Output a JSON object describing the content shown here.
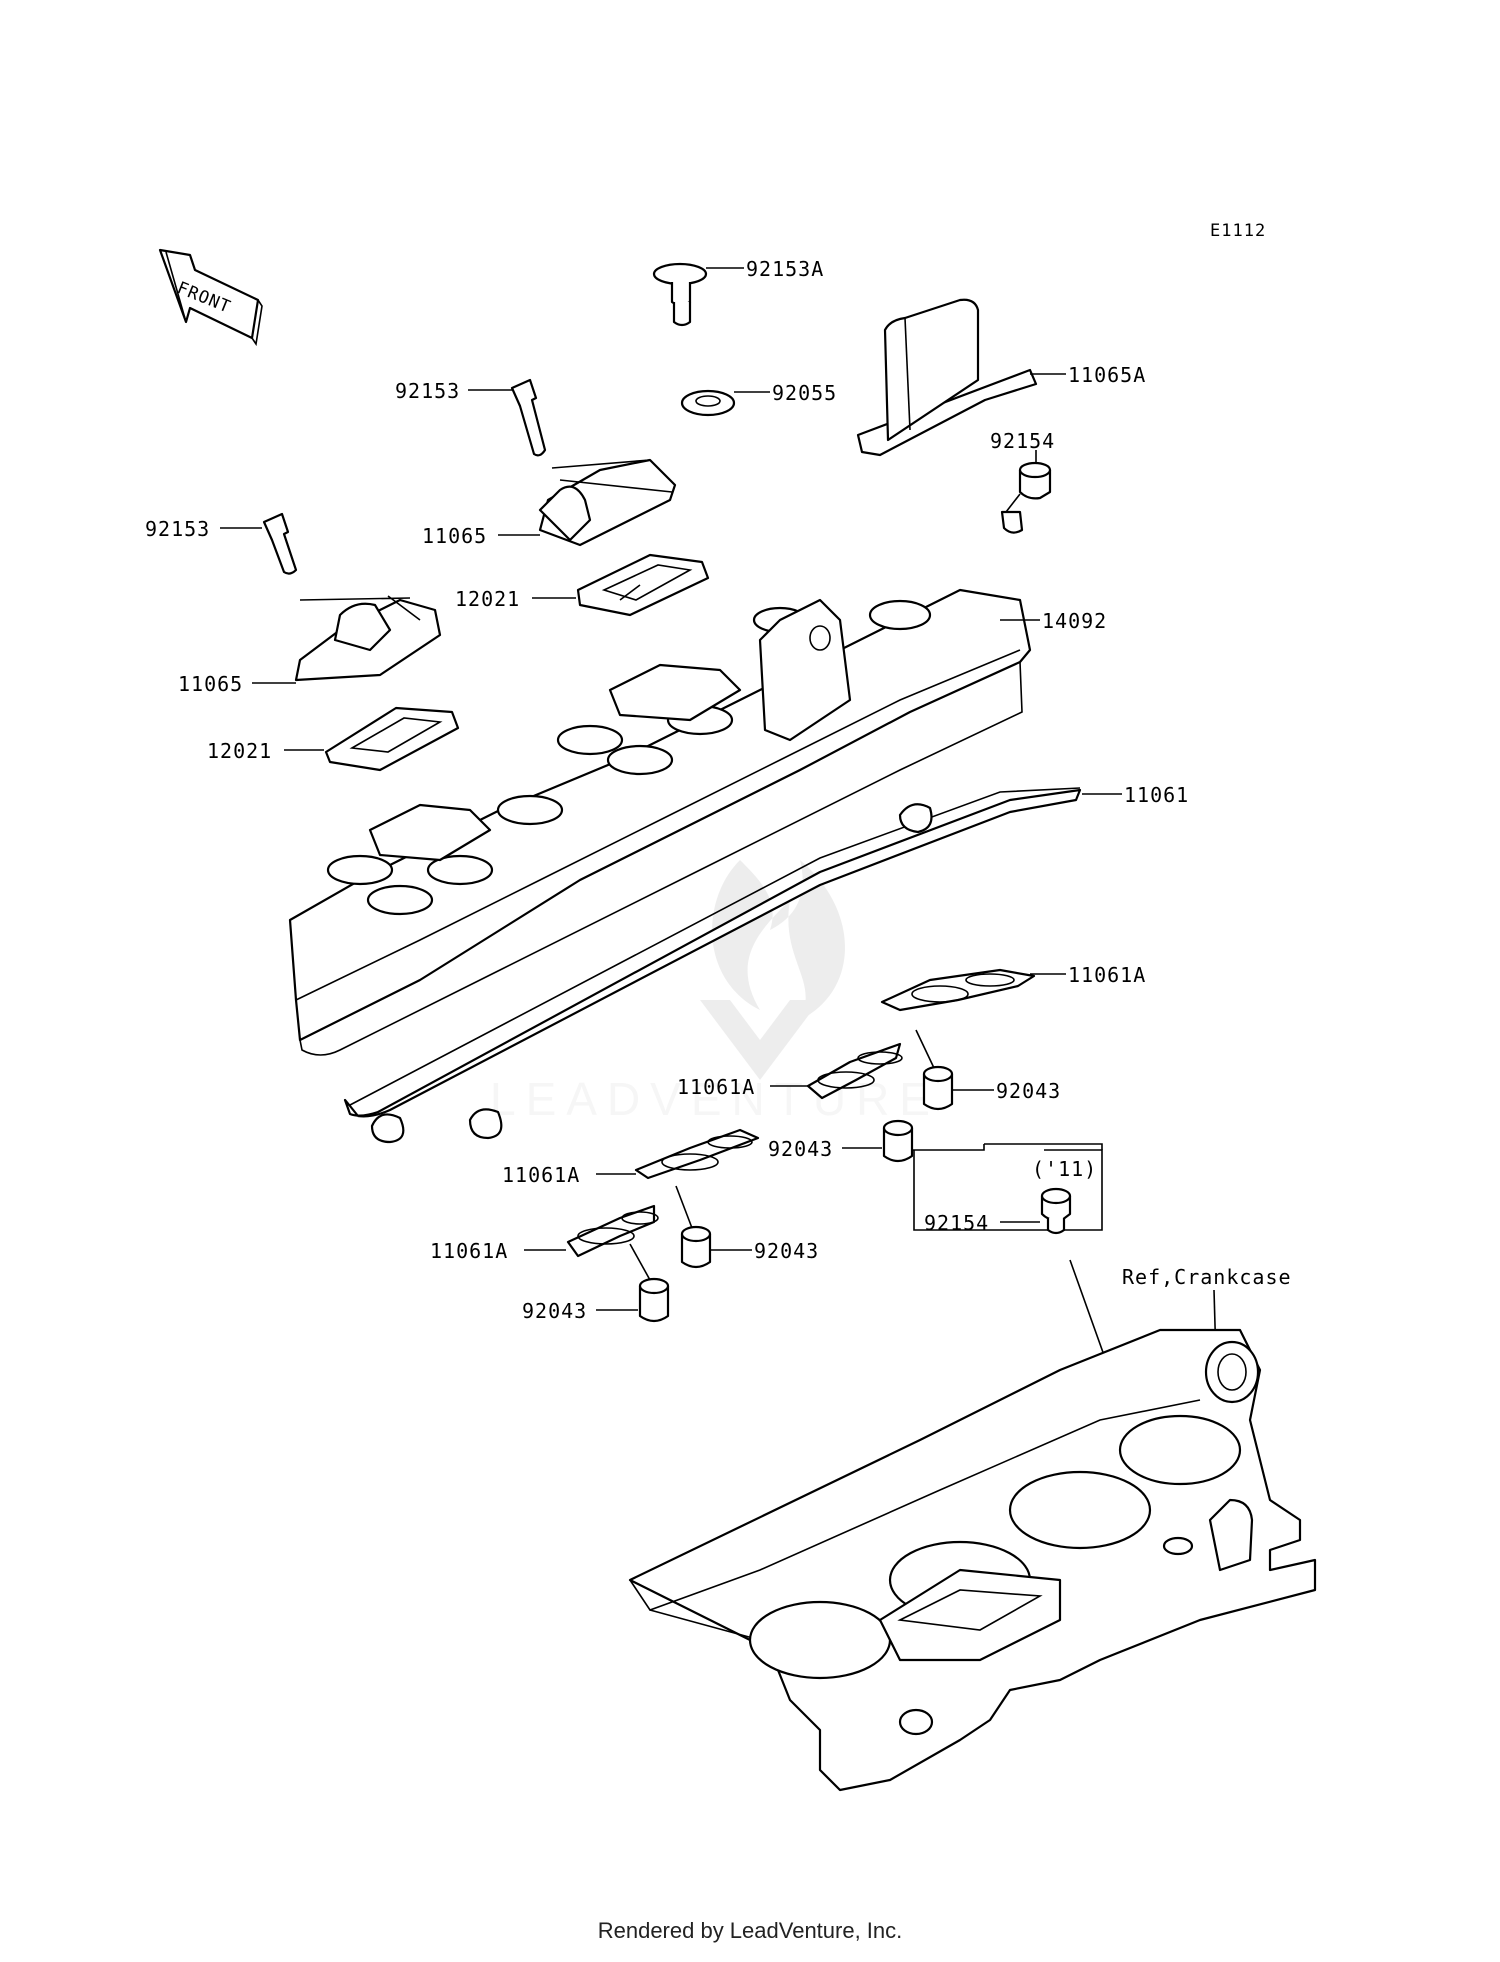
{
  "diagram_code": "E1112",
  "front_label": "FRONT",
  "footer": "Rendered by LeadVenture, Inc.",
  "watermark": "LEADVENTURE",
  "year_note": "('11)",
  "reference": "Ref,Crankcase",
  "labels": {
    "p92153A": "92153A",
    "p92055": "92055",
    "p11065A": "11065A",
    "p92154": "92154",
    "p92153_a": "92153",
    "p11065_a": "11065",
    "p12021_a": "12021",
    "p92153_b": "92153",
    "p14092": "14092",
    "p11065_b": "11065",
    "p12021_b": "12021",
    "p11061": "11061",
    "p11061A_a": "11061A",
    "p11061A_b": "11061A",
    "p92043_a": "92043",
    "p92043_b": "92043",
    "p11061A_c": "11061A",
    "p92154_b": "92154",
    "p92043_c": "92043",
    "p11061A_d": "11061A",
    "p92043_d": "92043"
  }
}
